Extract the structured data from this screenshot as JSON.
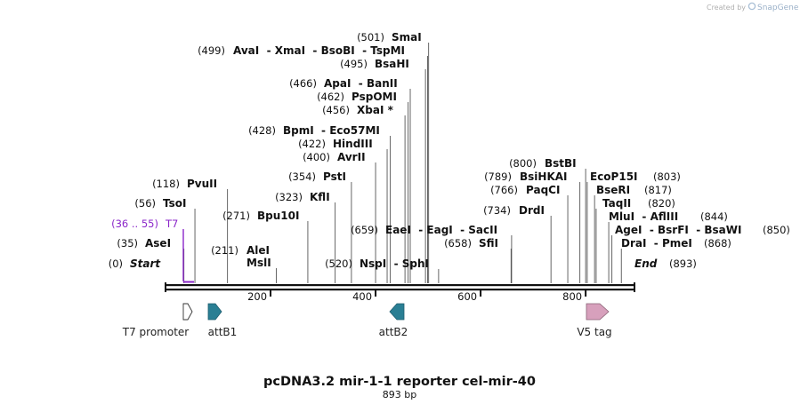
{
  "credit": {
    "prefix": "Created by",
    "brand": "SnapGene"
  },
  "title": "pcDNA3.2 mir-1-1 reporter cel-mir-40",
  "subtitle": "893 bp",
  "sequence": {
    "length": 893
  },
  "ticks": [
    {
      "value": 200,
      "label": "200"
    },
    {
      "value": 400,
      "label": "400"
    },
    {
      "value": 600,
      "label": "600"
    },
    {
      "value": 800,
      "label": "800"
    }
  ],
  "left_labels": [
    {
      "pos": "(501)",
      "name": "SmaI",
      "cut": 501
    },
    {
      "pos": "(499)",
      "name": "AvaI  - XmaI  - BsoBI  - TspMI",
      "cut": 499
    },
    {
      "pos": "(495)",
      "name": "BsaHI",
      "cut": 495
    },
    {
      "pos": "(466)",
      "name": "ApaI  - BanII",
      "cut": 466
    },
    {
      "pos": "(462)",
      "name": "PspOMI",
      "cut": 462
    },
    {
      "pos": "(456)",
      "name": "XbaI *",
      "cut": 456
    },
    {
      "pos": "(428)",
      "name": "BpmI  - Eco57MI",
      "cut": 428
    },
    {
      "pos": "(422)",
      "name": "HindIII",
      "cut": 422
    },
    {
      "pos": "(400)",
      "name": "AvrII",
      "cut": 400
    },
    {
      "pos": "(354)",
      "name": "PstI",
      "cut": 354
    },
    {
      "pos": "(323)",
      "name": "KflI",
      "cut": 323
    },
    {
      "pos": "(118)",
      "name": "PvuII",
      "cut": 118
    },
    {
      "pos": "(271)",
      "name": "Bpu10I",
      "cut": 271
    },
    {
      "pos": "(56)",
      "name": "TsoI",
      "cut": 56
    },
    {
      "pos": "(211)",
      "name": "AleI",
      "cut": 211
    },
    {
      "pos": "",
      "name": "MslI",
      "cut": 211
    },
    {
      "pos": "(35)",
      "name": "AseI",
      "cut": 35
    },
    {
      "pos": "(0)",
      "name": "Start",
      "cut": 0
    },
    {
      "pos": "(659)",
      "name": "EaeI  - EagI  - SacII",
      "cut": 659
    },
    {
      "pos": "(658)",
      "name": "SfiI",
      "cut": 658
    },
    {
      "pos": "(520)",
      "name": "NspI  - SphI",
      "cut": 520
    },
    {
      "pos": "(734)",
      "name": "DrdI",
      "cut": 734
    },
    {
      "pos": "(766)",
      "name": "PaqCI",
      "cut": 766
    },
    {
      "pos": "(789)",
      "name": "BsiHKAI",
      "cut": 789
    },
    {
      "pos": "(800)",
      "name": "BstBI",
      "cut": 800
    }
  ],
  "right_labels": [
    {
      "pos": "(803)",
      "name": "EcoP15I",
      "cut": 803
    },
    {
      "pos": "(817)",
      "name": "BseRI",
      "cut": 817
    },
    {
      "pos": "(820)",
      "name": "TaqII",
      "cut": 820
    },
    {
      "pos": "(844)",
      "name": "MluI  - AflIII",
      "cut": 844
    },
    {
      "pos": "(850)",
      "name": "AgeI  - BsrFI  - BsaWI",
      "cut": 850
    },
    {
      "pos": "(868)",
      "name": "DraI  - PmeI",
      "cut": 868
    },
    {
      "pos": "(893)",
      "name": "End",
      "cut": 893
    }
  ],
  "primer": {
    "pos": "(36 .. 55)",
    "name": "T7",
    "start": 36,
    "end": 55
  },
  "features": [
    {
      "name": "T7 promoter",
      "start": 36,
      "end": 55,
      "color": "#ffffff",
      "dir": "right"
    },
    {
      "name": "attB1",
      "start": 80,
      "end": 104,
      "color": "#2a7f94",
      "dir": "right"
    },
    {
      "name": "attB2",
      "start": 425,
      "end": 449,
      "color": "#2a7f94",
      "dir": "left"
    },
    {
      "name": "V5 tag",
      "start": 800,
      "end": 841,
      "color": "#d7a0bc",
      "dir": "right"
    }
  ]
}
